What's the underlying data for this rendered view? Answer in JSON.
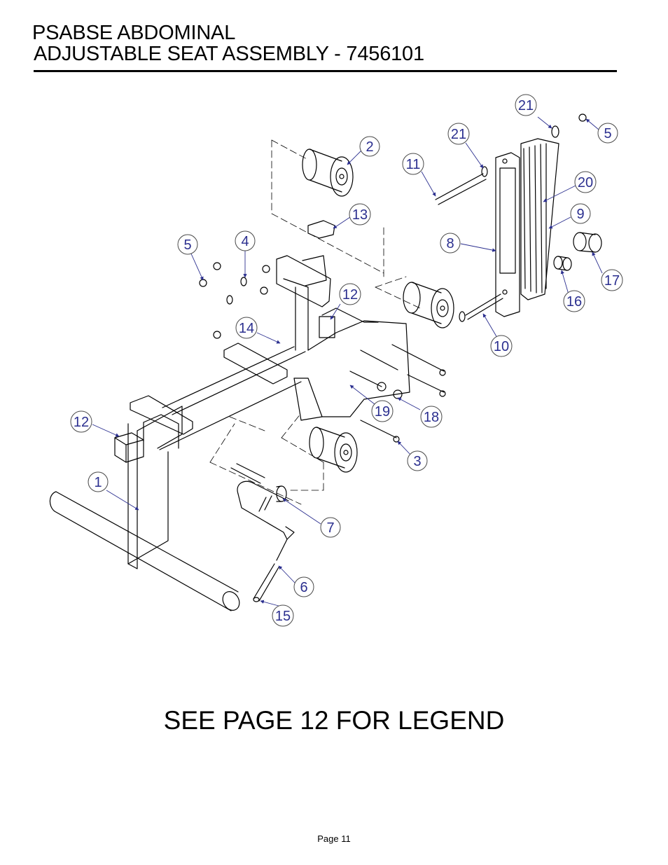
{
  "header": {
    "title_line1": "PSABSE ABDOMINAL",
    "title_line2": "ADJUSTABLE SEAT ASSEMBLY - 7456101"
  },
  "footer": {
    "legend_note": "SEE PAGE 12 FOR LEGEND",
    "page_label": "Page 11"
  },
  "colors": {
    "line": "#000000",
    "callout": "#2b2f8f",
    "callout_stroke": "#4a4a4a"
  },
  "callouts": [
    {
      "label": "1"
    },
    {
      "label": "2"
    },
    {
      "label": "3"
    },
    {
      "label": "4"
    },
    {
      "label": "5"
    },
    {
      "label": "5"
    },
    {
      "label": "6"
    },
    {
      "label": "7"
    },
    {
      "label": "8"
    },
    {
      "label": "9"
    },
    {
      "label": "10"
    },
    {
      "label": "11"
    },
    {
      "label": "12"
    },
    {
      "label": "12"
    },
    {
      "label": "13"
    },
    {
      "label": "14"
    },
    {
      "label": "15"
    },
    {
      "label": "16"
    },
    {
      "label": "17"
    },
    {
      "label": "18"
    },
    {
      "label": "19"
    },
    {
      "label": "20"
    },
    {
      "label": "21"
    },
    {
      "label": "21"
    }
  ]
}
